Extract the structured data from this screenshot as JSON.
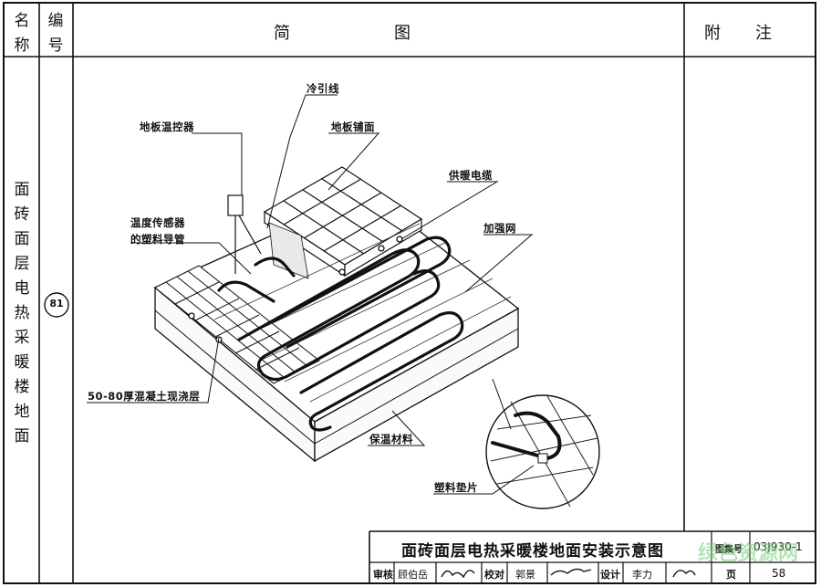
{
  "header": {
    "name_col": "名称",
    "number_col": "编号",
    "diagram_col_left": "简",
    "diagram_col_right": "图",
    "notes_col_left": "附",
    "notes_col_right": "注"
  },
  "item": {
    "name": "面砖面层电热采暖楼地面",
    "number": "81"
  },
  "labels": {
    "cold_lead": "冷引线",
    "thermostat": "地板温控器",
    "floor_finish": "地板铺面",
    "heating_cable": "供暖电缆",
    "mesh": "加强网",
    "sensor_line1": "温度传感器",
    "sensor_line2": "的塑料导管",
    "concrete": "50-80厚混凝土现浇层",
    "insulation": "保温材料",
    "spacer": "塑料垫片"
  },
  "title_block": {
    "title": "面砖面层电热采暖楼地面安装示意图",
    "atlas_label": "图集号",
    "atlas_no": "03J930-1",
    "review_label": "审核",
    "reviewer": "顾伯岳",
    "check_label": "校对",
    "checker": "郭景",
    "design_label": "设计",
    "designer": "李力",
    "page_label": "页",
    "page_no": "58"
  },
  "watermark": "绿色资源网"
}
